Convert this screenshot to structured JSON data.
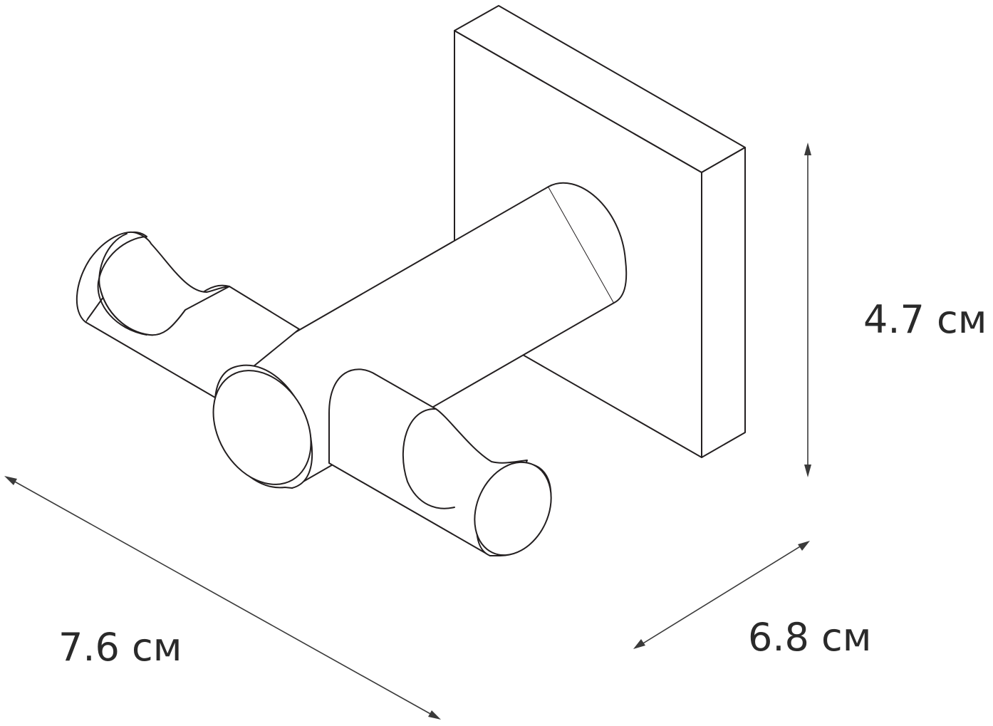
{
  "dimensions": {
    "width_label": "7.6 см",
    "depth_label": "6.8 см",
    "height_label": "4.7 см"
  },
  "colors": {
    "line": "#231f20",
    "dimension": "#3a3a3a",
    "text": "#2a2a2a",
    "background": "#ffffff"
  }
}
